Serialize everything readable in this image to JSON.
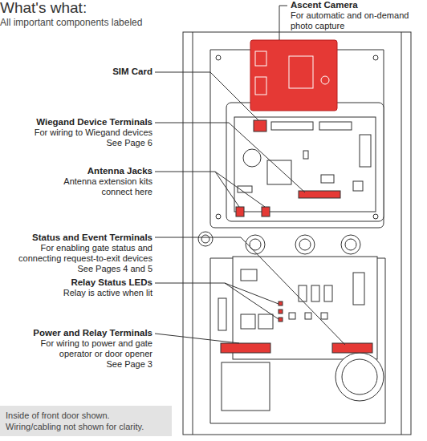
{
  "diagram": {
    "title": "What's what:",
    "nodes": [
      {
        "text": [
          "Inside of front door shown. Wiring/cabling not shown for clarity."
        ]
      }
    ],
    "labels": [
      "All important components labeled",
      "Ascent Camera",
      "For automatic and on-demand photo capture",
      "SIM Card",
      "Wiegand Device Terminals",
      "For wiring to Wiegand devices",
      "See Page 6",
      "Antenna Jacks",
      "Antenna extension kits connect here",
      "Status and Event Terminals",
      "For enabling gate status and connecting request-to-exit devices",
      "See Pages 4 and 5",
      "Relay Status LEDs",
      "Relay is active when lit",
      "Power and Relay Terminals",
      "For wiring to power and gate operator or door opener",
      "See Page 3"
    ]
  }
}
